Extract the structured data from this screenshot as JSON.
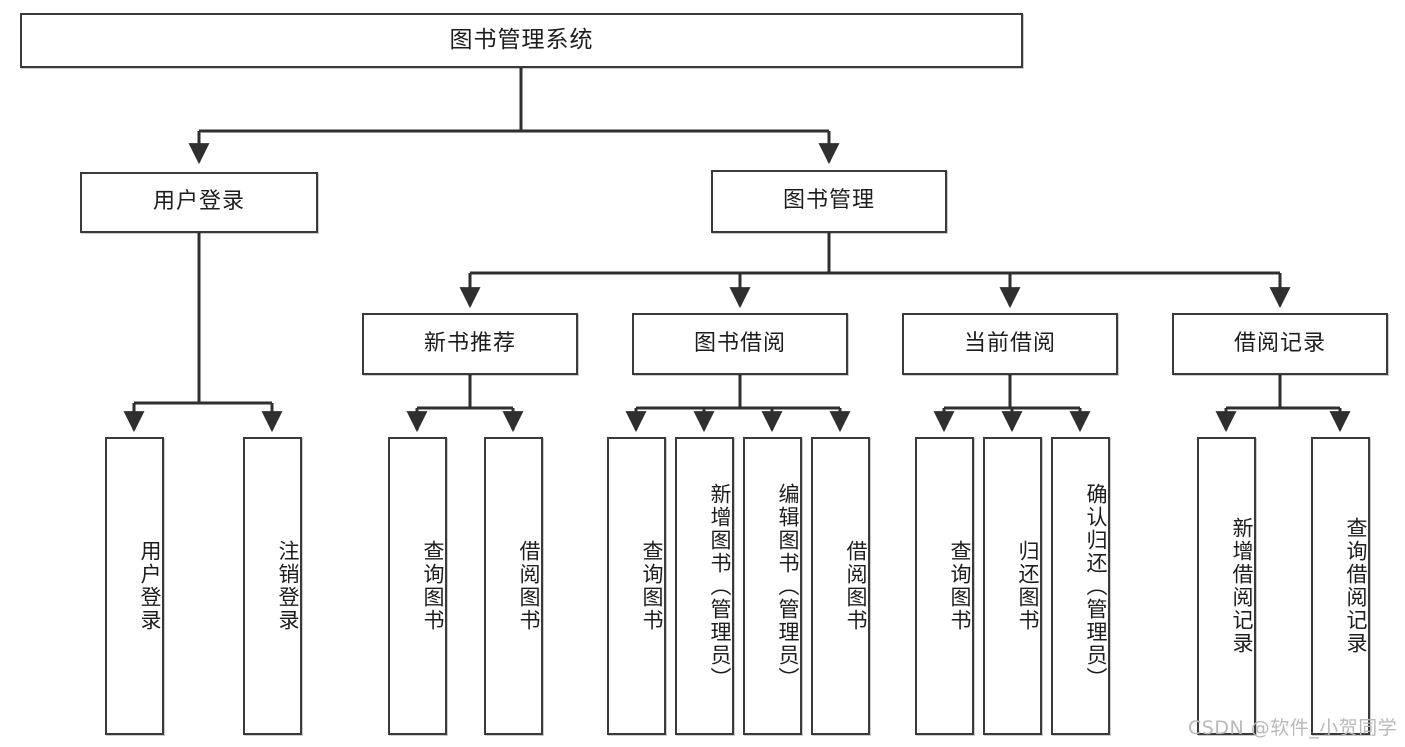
{
  "diagram": {
    "title": "图书管理系统",
    "type": "hierarchy-tree",
    "watermark": "CSDN @软件_小贺同学",
    "colors": {
      "box_border": "#3a3a3a",
      "box_fill": "#ffffff",
      "connector": "#2f2f2f",
      "text": "#1d1d1d",
      "watermark": "#b9b9b9"
    },
    "root": {
      "label": "图书管理系统"
    },
    "level2": [
      {
        "label": "用户登录"
      },
      {
        "label": "图书管理"
      }
    ],
    "level3": [
      {
        "label": "新书推荐"
      },
      {
        "label": "图书借阅"
      },
      {
        "label": "当前借阅"
      },
      {
        "label": "借阅记录"
      }
    ],
    "leaves": {
      "user_login": [
        {
          "label": "用户登录"
        },
        {
          "label": "注销登录"
        }
      ],
      "new_book_recommend": [
        {
          "label": "查询图书"
        },
        {
          "label": "借阅图书"
        }
      ],
      "book_borrow": [
        {
          "label": "查询图书"
        },
        {
          "label": "新增图书（管理员）"
        },
        {
          "label": "编辑图书（管理员）"
        },
        {
          "label": "借阅图书"
        }
      ],
      "current_borrow": [
        {
          "label": "查询图书"
        },
        {
          "label": "归还图书"
        },
        {
          "label": "确认归还（管理员）"
        }
      ],
      "borrow_records": [
        {
          "label": "新增借阅记录"
        },
        {
          "label": "查询借阅记录"
        }
      ]
    }
  }
}
